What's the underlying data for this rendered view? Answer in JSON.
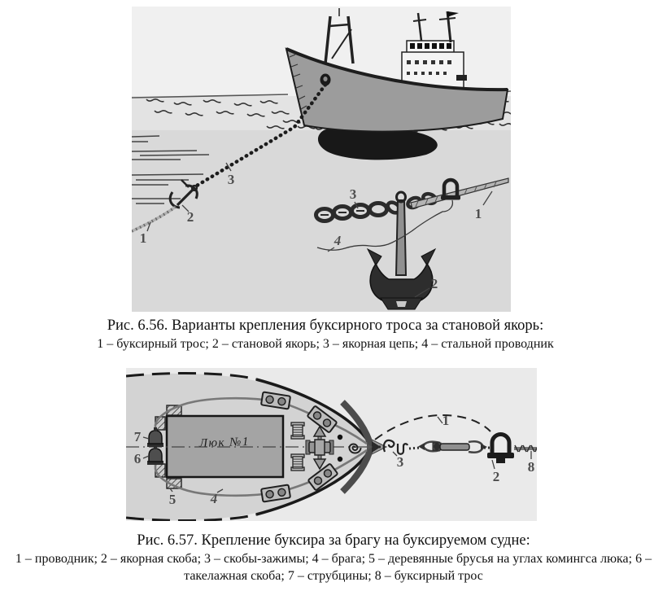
{
  "figure1": {
    "callouts": {
      "rope_scene": "1",
      "anchor_scene": "2",
      "chain_scene": "3",
      "chain_inset": "3",
      "rope_inset": "1",
      "wire_inset": "4",
      "anchor_inset": "2"
    },
    "caption": {
      "title": "Рис. 6.56. Варианты крепления буксирного троса за становой якорь:",
      "legend": "1 – буксирный трос; 2 – становой якорь; 3 – якорная цепь; 4 – стальной проводник"
    }
  },
  "figure2": {
    "hatch_label": "Люк №1",
    "callouts": {
      "conductor": "1",
      "anchor_shackle": "2",
      "clamp_hooks": "3",
      "bridle": "4",
      "wood_beams": "5",
      "rigging_shackle": "6",
      "screw_clamps": "7",
      "tow_line": "8"
    },
    "caption": {
      "title": "Рис. 6.57. Крепление буксира за брагу на буксируемом судне:",
      "legend": "1 – проводник; 2 – якорная скоба; 3 – скобы-зажимы; 4 – брага; 5 – деревянные брусья на углах комингса люка; 6 – такелажная скоба; 7 – струбцины; 8 – буксирный трос"
    }
  },
  "colors": {
    "sky": "#f0f0f0",
    "sea_band": "#e3e3e3",
    "underwater": "#d9d9d9",
    "hull": "#9c9c9c",
    "figure2_bg": "#eaeaea",
    "deck": "#d3d3d3",
    "hatch_cover": "#a4a4a4",
    "ink": "#1a1a1a",
    "callout_text": "#4d4d4d"
  }
}
